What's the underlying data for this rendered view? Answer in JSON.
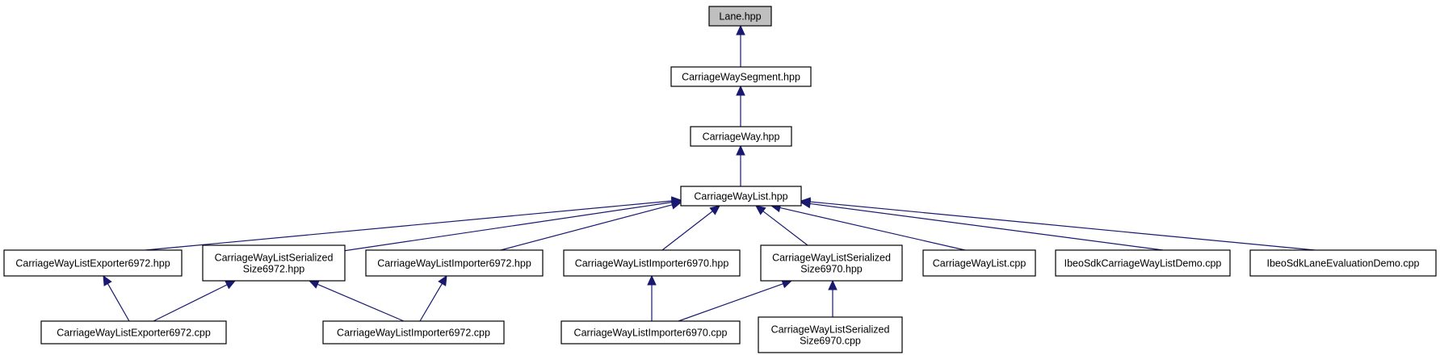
{
  "nodes": [
    {
      "id": "lane",
      "lines": [
        "Lane.hpp"
      ],
      "root": true
    },
    {
      "id": "cws",
      "lines": [
        "CarriageWaySegment.hpp"
      ]
    },
    {
      "id": "cw",
      "lines": [
        "CarriageWay.hpp"
      ]
    },
    {
      "id": "cwl",
      "lines": [
        "CarriageWayList.hpp"
      ]
    },
    {
      "id": "exp72h",
      "lines": [
        "CarriageWayListExporter6972.hpp"
      ]
    },
    {
      "id": "ser72h",
      "lines": [
        "CarriageWayListSerialized",
        "Size6972.hpp"
      ]
    },
    {
      "id": "imp72h",
      "lines": [
        "CarriageWayListImporter6972.hpp"
      ]
    },
    {
      "id": "imp70h",
      "lines": [
        "CarriageWayListImporter6970.hpp"
      ]
    },
    {
      "id": "ser70h",
      "lines": [
        "CarriageWayListSerialized",
        "Size6970.hpp"
      ]
    },
    {
      "id": "cwlcpp",
      "lines": [
        "CarriageWayList.cpp"
      ]
    },
    {
      "id": "ibeocwl",
      "lines": [
        "IbeoSdkCarriageWayListDemo.cpp"
      ]
    },
    {
      "id": "ibeolane",
      "lines": [
        "IbeoSdkLaneEvaluationDemo.cpp"
      ]
    },
    {
      "id": "exp72c",
      "lines": [
        "CarriageWayListExporter6972.cpp"
      ]
    },
    {
      "id": "imp72c",
      "lines": [
        "CarriageWayListImporter6972.cpp"
      ]
    },
    {
      "id": "imp70c",
      "lines": [
        "CarriageWayListImporter6970.cpp"
      ]
    },
    {
      "id": "ser70c",
      "lines": [
        "CarriageWayListSerialized",
        "Size6970.cpp"
      ]
    }
  ],
  "edges": [
    {
      "from": "cws",
      "to": "lane"
    },
    {
      "from": "cw",
      "to": "cws"
    },
    {
      "from": "cwl",
      "to": "cw"
    },
    {
      "from": "exp72h",
      "to": "cwl"
    },
    {
      "from": "ser72h",
      "to": "cwl"
    },
    {
      "from": "imp72h",
      "to": "cwl"
    },
    {
      "from": "imp70h",
      "to": "cwl"
    },
    {
      "from": "ser70h",
      "to": "cwl"
    },
    {
      "from": "cwlcpp",
      "to": "cwl"
    },
    {
      "from": "ibeocwl",
      "to": "cwl"
    },
    {
      "from": "ibeolane",
      "to": "cwl"
    },
    {
      "from": "exp72c",
      "to": "exp72h"
    },
    {
      "from": "exp72c",
      "to": "ser72h"
    },
    {
      "from": "imp72c",
      "to": "ser72h"
    },
    {
      "from": "imp72c",
      "to": "imp72h"
    },
    {
      "from": "imp70c",
      "to": "imp70h"
    },
    {
      "from": "imp70c",
      "to": "ser70h"
    },
    {
      "from": "ser70c",
      "to": "ser70h"
    }
  ]
}
